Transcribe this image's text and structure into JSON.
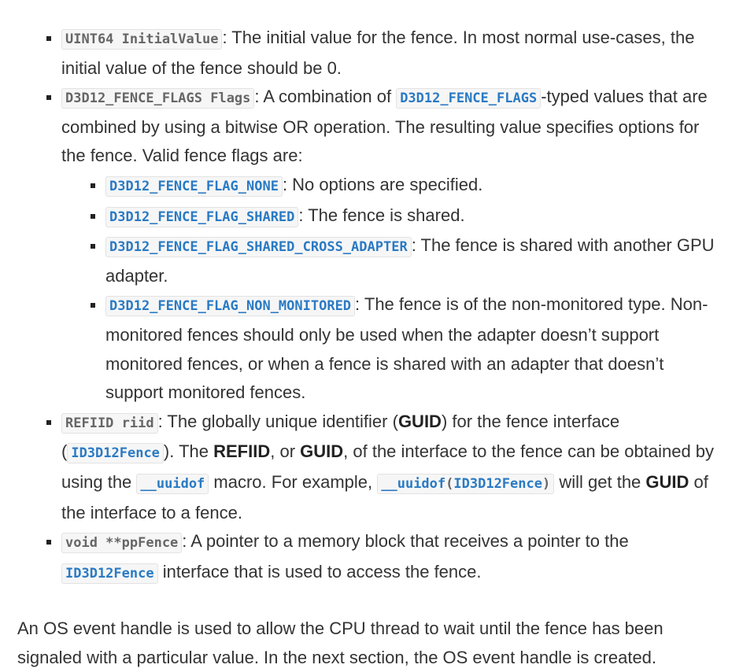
{
  "params": [
    {
      "code": "UINT64 InitialValue",
      "text": ": The initial value for the fence. In most normal use-cases, the initial value of the fence should be 0."
    },
    {
      "code": "D3D12_FENCE_FLAGS Flags",
      "text_a": ": A combination of ",
      "code_b": "D3D12_FENCE_FLAGS",
      "text_b": "-typed values that are combined by using a bitwise OR operation. The resulting value specifies options for the fence. Valid fence flags are:",
      "flags": [
        {
          "code": "D3D12_FENCE_FLAG_NONE",
          "text": ": No options are specified."
        },
        {
          "code": "D3D12_FENCE_FLAG_SHARED",
          "text": ": The fence is shared."
        },
        {
          "code": "D3D12_FENCE_FLAG_SHARED_CROSS_ADAPTER",
          "text": ": The fence is shared with another GPU adapter."
        },
        {
          "code": "D3D12_FENCE_FLAG_NON_MONITORED",
          "text": ": The fence is of the non-monitored type. Non-monitored fences should only be used when the adapter doesn’t support monitored fences, or when a fence is shared with an adapter that doesn’t support monitored fences."
        }
      ]
    },
    {
      "code": "REFIID riid",
      "t1": ": The globally unique identifier (",
      "b1": "GUID",
      "t2": ") for the fence interface (",
      "c2": "ID3D12Fence",
      "t3": "). The ",
      "b2": "REFIID",
      "t4": ", or ",
      "b3": "GUID",
      "t5": ", of the interface to the fence can be obtained by using the ",
      "c3": "__uuidof",
      "t6": " macro. For example, ",
      "c4_fn": "__uuidof",
      "c4_open": "(",
      "c4_arg": "ID3D12Fence",
      "c4_close": ")",
      "t7": " will get the ",
      "b4": "GUID",
      "t8": " of the interface to a fence."
    },
    {
      "code": "void **ppFence",
      "text_a": ": A pointer to a memory block that receives a pointer to the ",
      "code_b": "ID3D12Fence",
      "text_b": " interface that is used to access the fence."
    }
  ],
  "paragraph": "An OS event handle is used to allow the CPU thread to wait until the fence has been signaled with a particular value. In the next section, the OS event handle is created."
}
